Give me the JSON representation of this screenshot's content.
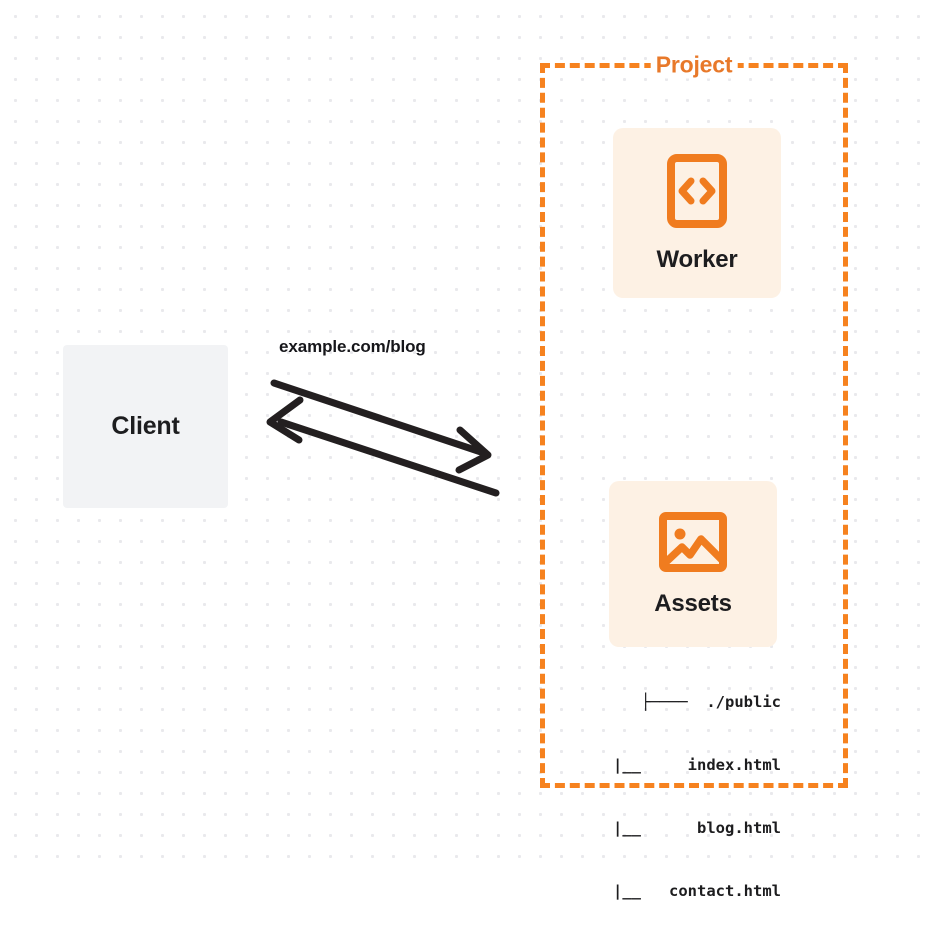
{
  "diagram": {
    "title": "Project request flow diagram",
    "background": {
      "style": "dot-grid",
      "dot_color": "#e9e9ec",
      "page_color": "#ffffff"
    },
    "colors": {
      "accent_orange": "#f6821f",
      "title_orange": "#e8792a",
      "card_background": "#fdf1e4",
      "client_background": "#f2f3f5",
      "text_dark": "#1d1d1f",
      "arrow_stroke": "#231f20"
    }
  },
  "client": {
    "label": "Client"
  },
  "connection": {
    "url_label": "example.com/blog",
    "request_arrow": {
      "direction": "client-to-project",
      "icon": "arrow-right-icon"
    },
    "response_arrow": {
      "direction": "project-to-client",
      "icon": "arrow-left-icon"
    }
  },
  "project": {
    "title": "Project",
    "border_style": "dashed",
    "cards": [
      {
        "id": "worker",
        "label": "Worker",
        "icon": "code-brackets-icon"
      },
      {
        "id": "assets",
        "label": "Assets",
        "icon": "image-icon"
      }
    ]
  },
  "file_tree": {
    "lines": [
      "├────  ./public",
      "  |__     index.html",
      "  |__      blog.html",
      "  |__   contact.html"
    ],
    "root": "./public",
    "files": [
      "index.html",
      "blog.html",
      "contact.html"
    ]
  }
}
